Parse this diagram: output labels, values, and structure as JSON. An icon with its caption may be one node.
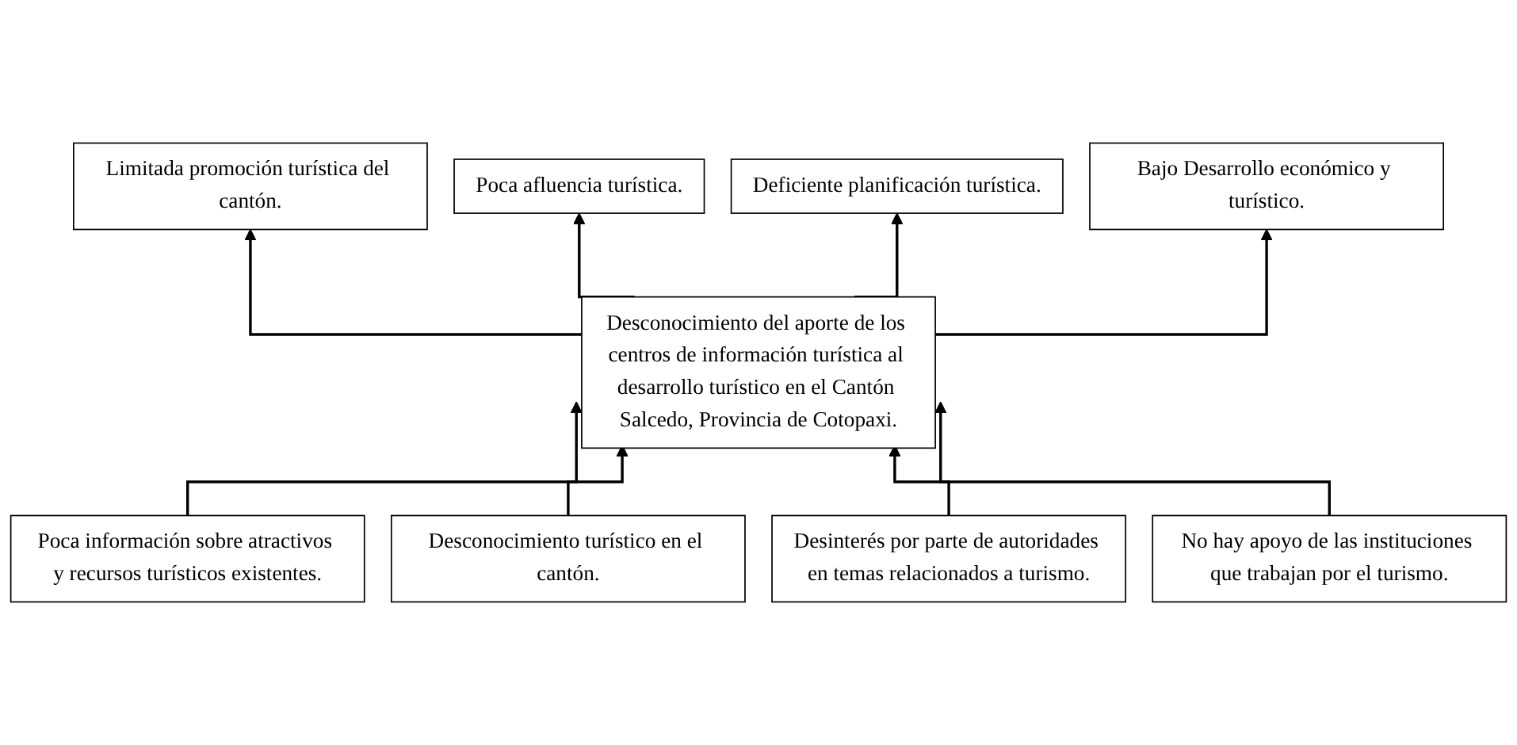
{
  "diagram": {
    "nodes": [
      {
        "text": [
          "Limitada promoción turística del cantón."
        ]
      },
      {
        "text": [
          "Poca afluencia turística."
        ]
      },
      {
        "text": [
          "Deficiente planificación turística."
        ]
      },
      {
        "text": [
          "Bajo Desarrollo económico y turístico."
        ]
      },
      {
        "text": [
          "Desconocimiento del aporte de los centros de información turística al desarrollo turístico en el Cantón Salcedo, Provincia de Cotopaxi."
        ]
      },
      {
        "text": [
          "Poca información sobre atractivos y recursos turísticos existentes."
        ]
      },
      {
        "text": [
          "Desconocimiento turístico en el cantón."
        ]
      },
      {
        "text": [
          "Desinterés por parte de autoridades en temas relacionados a turismo."
        ]
      },
      {
        "text": [
          "No hay apoyo de las instituciones que trabajan por el turismo."
        ]
      }
    ],
    "edges": [
      {
        "from": 5,
        "to": 4,
        "arrow": "to"
      },
      {
        "from": 6,
        "to": 4,
        "arrow": "to"
      },
      {
        "from": 7,
        "to": 4,
        "arrow": "to"
      },
      {
        "from": 8,
        "to": 4,
        "arrow": "to"
      },
      {
        "from": 4,
        "to": 0,
        "arrow": "to"
      },
      {
        "from": 4,
        "to": 1,
        "arrow": "to"
      },
      {
        "from": 4,
        "to": 2,
        "arrow": "to"
      },
      {
        "from": 4,
        "to": 3,
        "arrow": "to"
      }
    ]
  }
}
